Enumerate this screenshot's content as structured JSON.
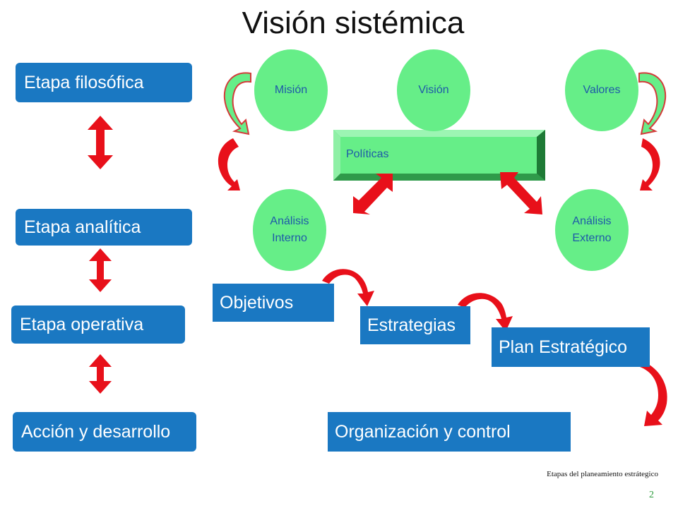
{
  "title": "Visión sistémica",
  "stages": {
    "filosofica": "Etapa filosófica",
    "analitica": "Etapa analítica",
    "operativa": "Etapa operativa",
    "accion": "Acción y desarrollo"
  },
  "circles": {
    "mision": "Misión",
    "vision": "Visión",
    "valores": "Valores",
    "analisis_interno_1": "Análisis",
    "analisis_interno_2": "Interno",
    "analisis_externo_1": "Análisis",
    "analisis_externo_2": "Externo"
  },
  "politicas": "Políticas",
  "flow": {
    "objetivos": "Objetivos",
    "estrategias": "Estrategias",
    "plan": "Plan Estratégico",
    "organizacion": "Organización y control"
  },
  "caption": "Etapas del planeamiento estrátegico",
  "page_number": "2",
  "colors": {
    "stage_blue": "#1a78c2",
    "circle_green": "#66ee88",
    "arrow_red": "#e8101a",
    "text_blue": "#1e5aa8"
  }
}
